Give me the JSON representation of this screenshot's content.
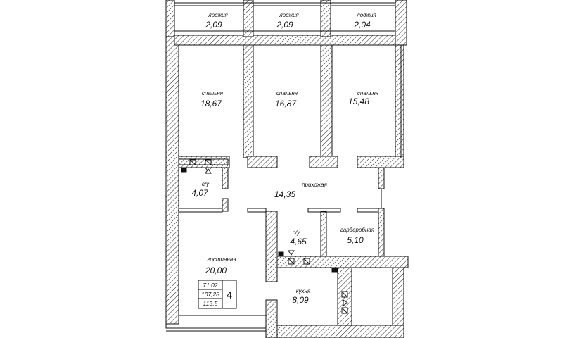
{
  "plan": {
    "colors": {
      "wall_fill": "#ffffff",
      "hatch": "#222222",
      "line": "#111111"
    },
    "rooms": {
      "loggia1": {
        "name": "лоджия",
        "area": "2,09"
      },
      "loggia2": {
        "name": "лоджия",
        "area": "2,09"
      },
      "loggia3": {
        "name": "лоджия",
        "area": "2,04"
      },
      "bedroom1": {
        "name": "спальня",
        "area": "18,67"
      },
      "bedroom2": {
        "name": "спальня",
        "area": "16,87"
      },
      "bedroom3": {
        "name": "спальня",
        "area": "15,48"
      },
      "bath1": {
        "name": "с/у",
        "area": "4,07"
      },
      "hall": {
        "name": "прихожая",
        "area": "14,35"
      },
      "bath2": {
        "name": "с/у",
        "area": "4,65"
      },
      "wardrobe": {
        "name": "гардеробная",
        "area": "5,10"
      },
      "living": {
        "name": "гостинная",
        "area": "20,00"
      },
      "kitchen": {
        "name": "кухня",
        "area": "8,09"
      }
    },
    "info": {
      "area1": "71,02",
      "area2": "107,28",
      "area3": "113,5",
      "rooms_count": "4"
    }
  }
}
